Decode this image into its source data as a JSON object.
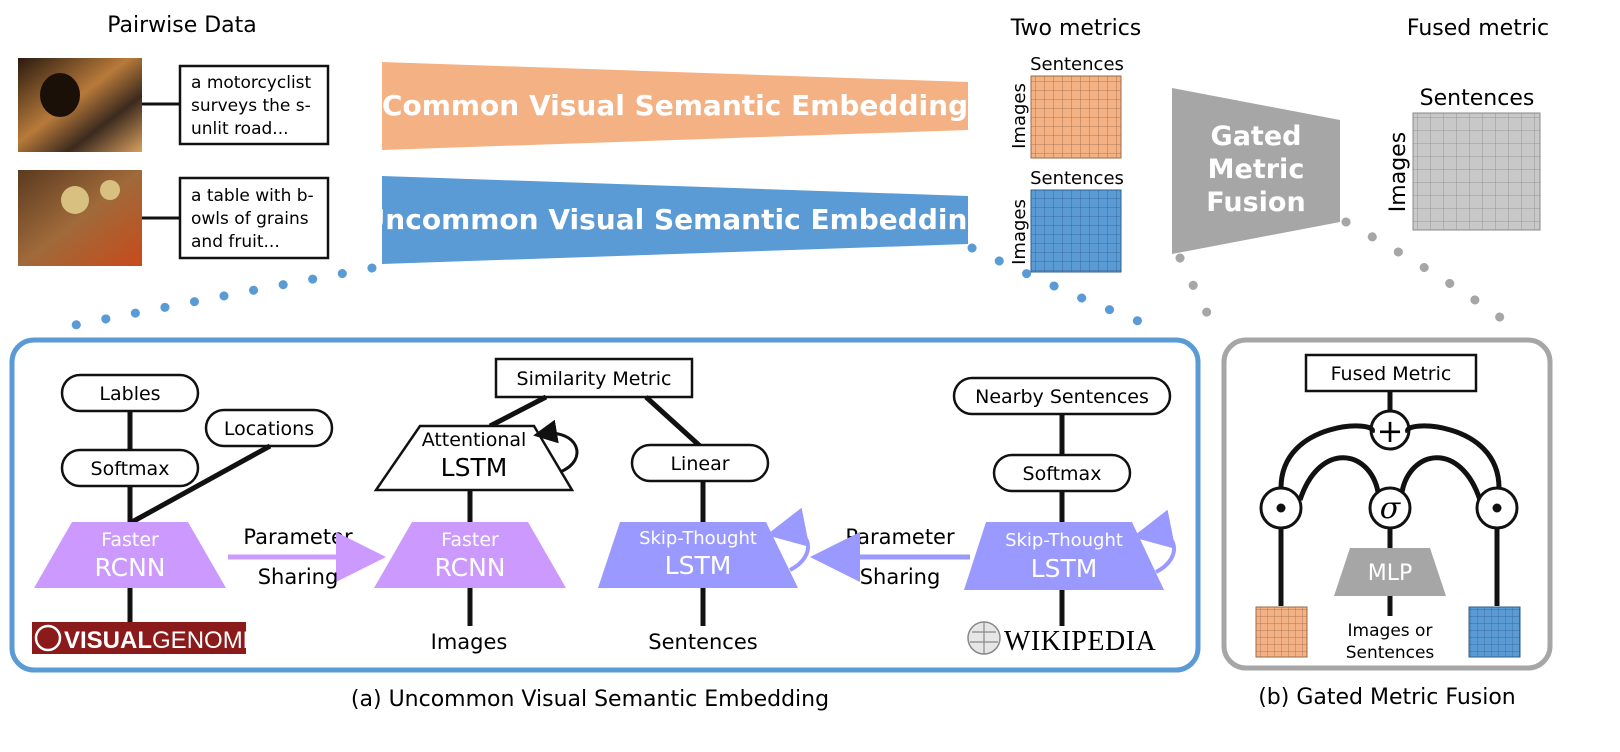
{
  "top": {
    "pairwise_title": "Pairwise Data",
    "pairs": [
      {
        "caption": [
          "a motorcyclist",
          "surveys the s-",
          "unlit road..."
        ]
      },
      {
        "caption": [
          "a table with b-",
          "owls of grains",
          "and fruit..."
        ]
      }
    ],
    "common_embedding": "Common Visual Semantic Embedding",
    "uncommon_embedding": "Uncommon Visual Semantic Embedding",
    "two_metrics_title": "Two metrics",
    "fused_metric_title": "Fused metric",
    "metric_sentences": "Sentences",
    "metric_images": "Images",
    "gate": [
      "Gated",
      "Metric",
      "Fusion"
    ]
  },
  "panel_a": {
    "caption": "(a) Uncommon Visual Semantic Embedding",
    "lables": "Lables",
    "locations": "Locations",
    "softmax": "Softmax",
    "faster_rcnn": [
      "Faster",
      "RCNN"
    ],
    "parameter_sharing": [
      "Parameter",
      "Sharing"
    ],
    "similarity_metric": "Similarity Metric",
    "attentional_lstm": [
      "Attentional",
      "LSTM"
    ],
    "linear": "Linear",
    "skip_thought": [
      "Skip-Thought",
      "LSTM"
    ],
    "nearby_sentences": "Nearby Sentences",
    "images": "Images",
    "sentences": "Sentences",
    "visualgenome": [
      "VISUAL",
      "GENOME"
    ],
    "wikipedia": "WIKIPEDIA"
  },
  "panel_b": {
    "caption": "(b) Gated Metric Fusion",
    "fused_metric": "Fused Metric",
    "plus": "+",
    "sigma": "σ",
    "mlp": "MLP",
    "input": [
      "Images or",
      "Sentences"
    ]
  },
  "colors": {
    "orange": "#f4b183",
    "blue": "#5b9bd5",
    "gray": "#a6a6a6",
    "purple": "#cc99ff",
    "violet": "#9999ff",
    "panel_border": "#5b9bd5",
    "panel_b_border": "#a6a6a6",
    "visualgenome_bg": "#8b1a1a"
  }
}
